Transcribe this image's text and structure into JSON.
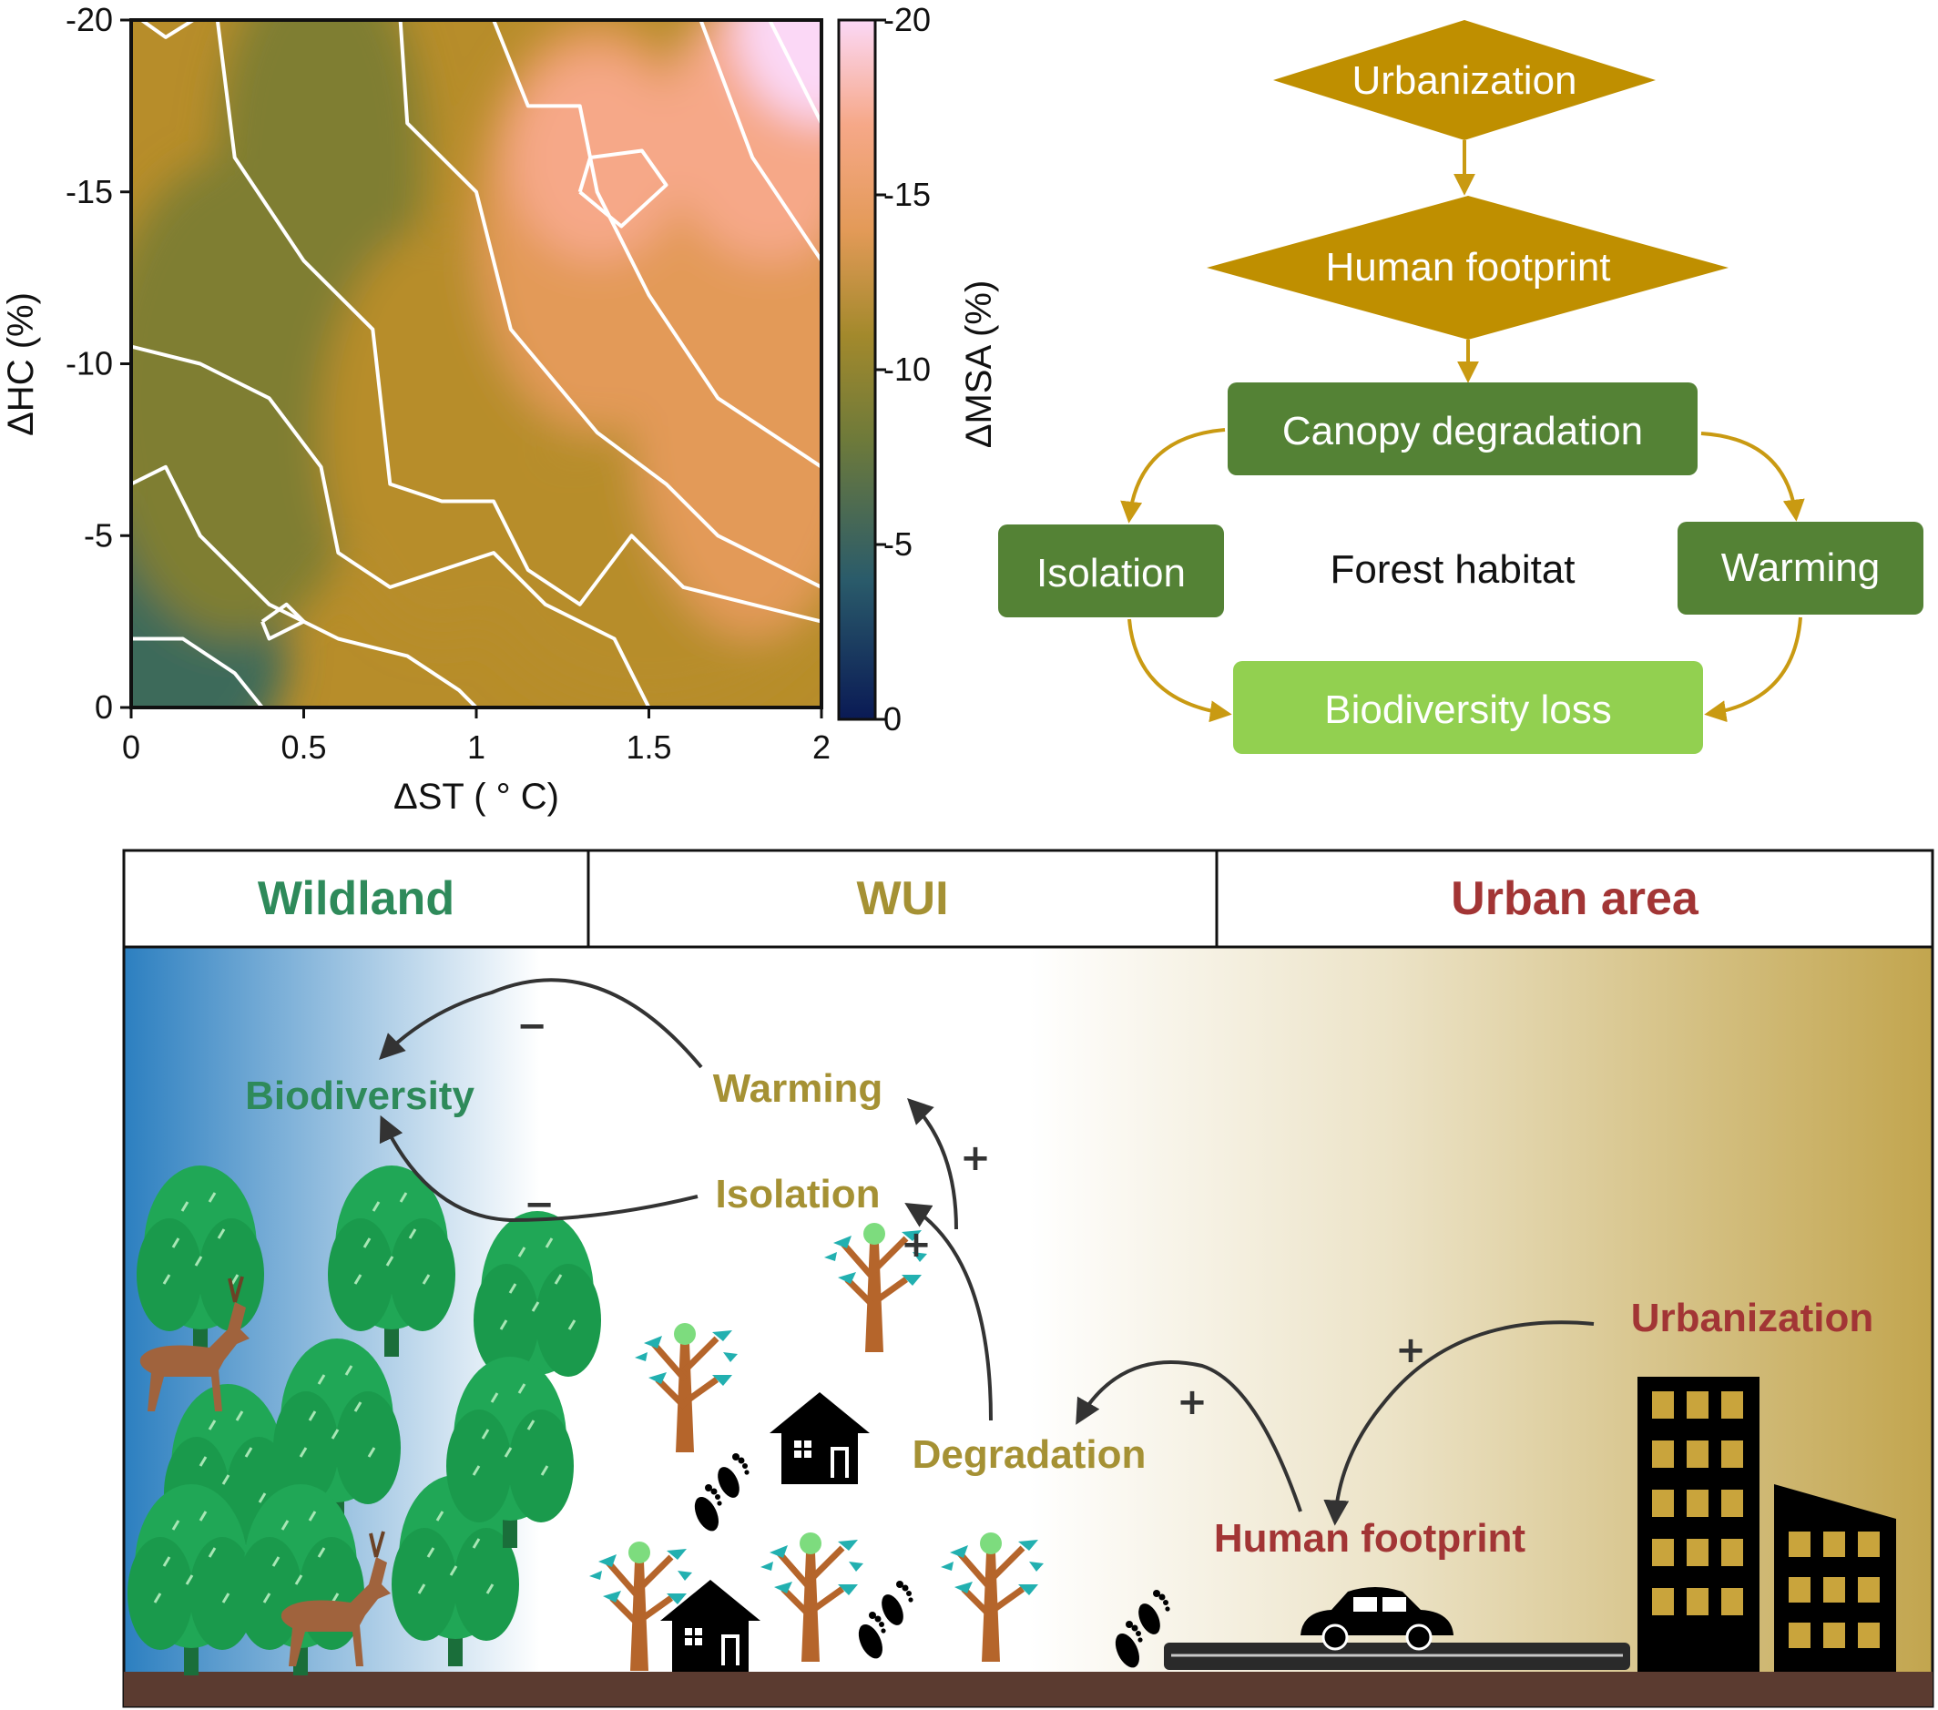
{
  "chart_data": {
    "type": "heatmap",
    "xlabel": "ΔST ( ° C)",
    "ylabel": "ΔHC (%)",
    "colorbar_label": "ΔMSA (%)",
    "xlim": [
      0,
      2
    ],
    "ylim": [
      0,
      -20
    ],
    "x_ticks": [
      "0",
      "0.5",
      "1",
      "1.5",
      "2"
    ],
    "y_ticks": [
      "-20",
      "-15",
      "-10",
      "-5",
      "0"
    ],
    "colorbar_ticks": [
      "-20",
      "-15",
      "-10",
      "-5",
      "0"
    ],
    "colorbar_range": [
      0,
      -20
    ],
    "contour_levels": [
      -4,
      -6,
      -8,
      -10,
      -12,
      -14,
      -16,
      -18
    ],
    "colors": {
      "0": "#0a1a55",
      "-4": "#3c6a5a",
      "-8": "#7f7e32",
      "-11": "#b78d2a",
      "-14": "#e39a58",
      "-17": "#f6a888",
      "-20": "#fbd8f6"
    }
  },
  "flowchart": {
    "urbanization": "Urbanization",
    "human_footprint": "Human footprint",
    "canopy_degradation": "Canopy degradation",
    "isolation": "Isolation",
    "warming": "Warming",
    "forest_habitat": "Forest habitat",
    "biodiversity_loss": "Biodiversity loss",
    "colors": {
      "gold": "#bf8f00",
      "dark_green": "#548235",
      "light_green": "#92d050",
      "arrow": "#c99a12"
    }
  },
  "scene": {
    "zones": [
      {
        "label": "Wildland",
        "color": "#2e8a5a"
      },
      {
        "label": "WUI",
        "color": "#a59134"
      },
      {
        "label": "Urban area",
        "color": "#a23535"
      }
    ],
    "labels": {
      "biodiversity": "Biodiversity",
      "warming": "Warming",
      "isolation": "Isolation",
      "degradation": "Degradation",
      "human_footprint": "Human footprint",
      "urbanization": "Urbanization"
    },
    "signs": {
      "minus_top": "−",
      "minus_bottom": "−",
      "plus_warming": "+",
      "plus_isolation": "+",
      "plus_degradation": "+",
      "plus_urban": "+"
    },
    "colors": {
      "green_text": "#2e8a5a",
      "olive_text": "#a59134",
      "red_text": "#a23535",
      "ground": "#5b3b30",
      "tree": "#20a756"
    }
  }
}
